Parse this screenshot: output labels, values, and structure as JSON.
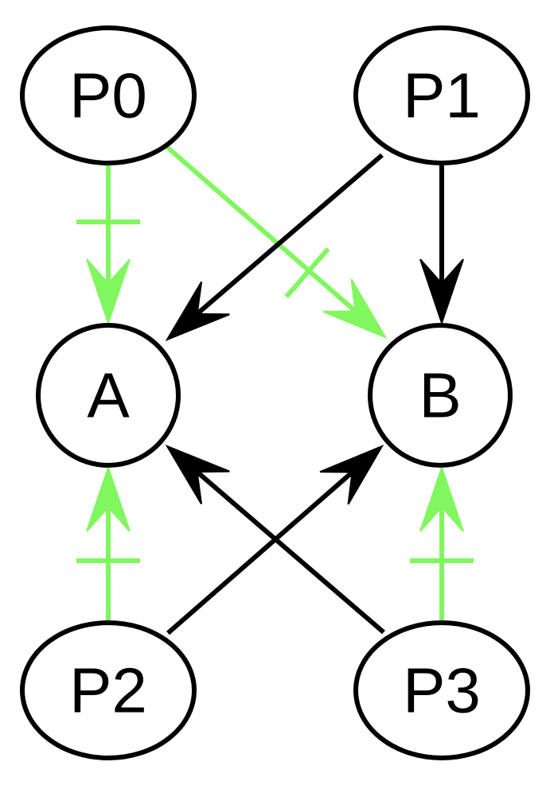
{
  "colors": {
    "background": "#ffffff",
    "black_edge": "#000000",
    "green_edge": "#80f75e",
    "node_stroke": "#000000"
  },
  "nodes": [
    {
      "id": "P0",
      "label": "P0",
      "shape": "ellipse"
    },
    {
      "id": "P1",
      "label": "P1",
      "shape": "ellipse"
    },
    {
      "id": "A",
      "label": "A",
      "shape": "circle"
    },
    {
      "id": "B",
      "label": "B",
      "shape": "circle"
    },
    {
      "id": "P2",
      "label": "P2",
      "shape": "ellipse"
    },
    {
      "id": "P3",
      "label": "P3",
      "shape": "ellipse"
    }
  ],
  "edges": [
    {
      "from": "P0",
      "to": "A",
      "color": "green",
      "tick": true
    },
    {
      "from": "P0",
      "to": "B",
      "color": "green",
      "tick": true
    },
    {
      "from": "P1",
      "to": "A",
      "color": "black",
      "tick": false
    },
    {
      "from": "P1",
      "to": "B",
      "color": "black",
      "tick": false
    },
    {
      "from": "P2",
      "to": "A",
      "color": "green",
      "tick": true
    },
    {
      "from": "P2",
      "to": "B",
      "color": "black",
      "tick": false
    },
    {
      "from": "P3",
      "to": "A",
      "color": "black",
      "tick": false
    },
    {
      "from": "P3",
      "to": "B",
      "color": "green",
      "tick": true
    }
  ]
}
